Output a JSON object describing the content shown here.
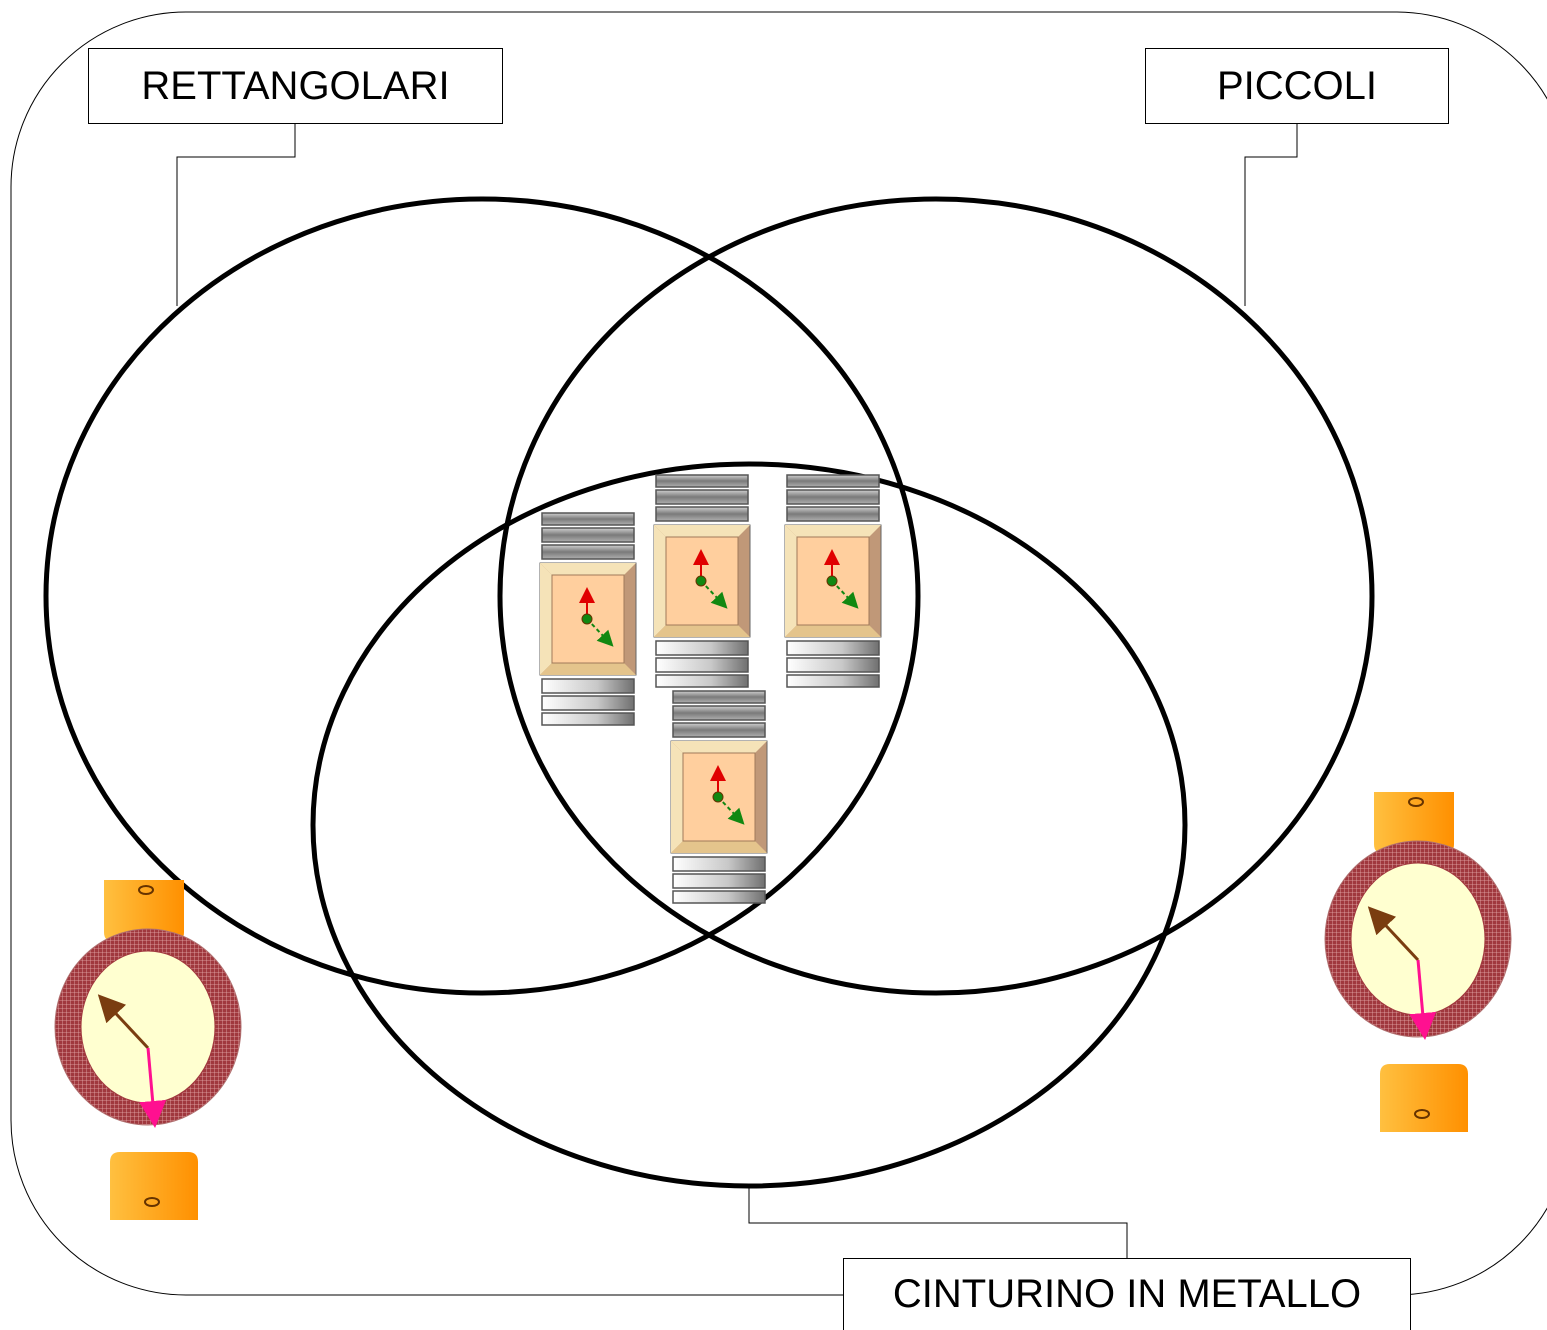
{
  "sets": {
    "rectangular": "RETTANGOLARI",
    "small": "PICCOLI",
    "metal_strap": "CINTURINO IN METALLO"
  },
  "colors": {
    "outline": "#000000",
    "case_fill": "#ffcf9e",
    "case_bevel_light": "#f5e3b8",
    "case_bevel_dark": "#c09878",
    "strap_link": "#8c8c8c",
    "hand_red": "#e00000",
    "hand_green": "#118811",
    "round_case": "#a0383e",
    "round_dial": "#ffffd0",
    "leather_strap": "#ffa500",
    "hand_brown": "#7a3d10",
    "hand_pink": "#ff1090"
  },
  "icons": {
    "rectangular_metal_watch": "rectangular-metal-strap-watch-icon",
    "round_leather_watch": "round-leather-strap-watch-icon"
  }
}
